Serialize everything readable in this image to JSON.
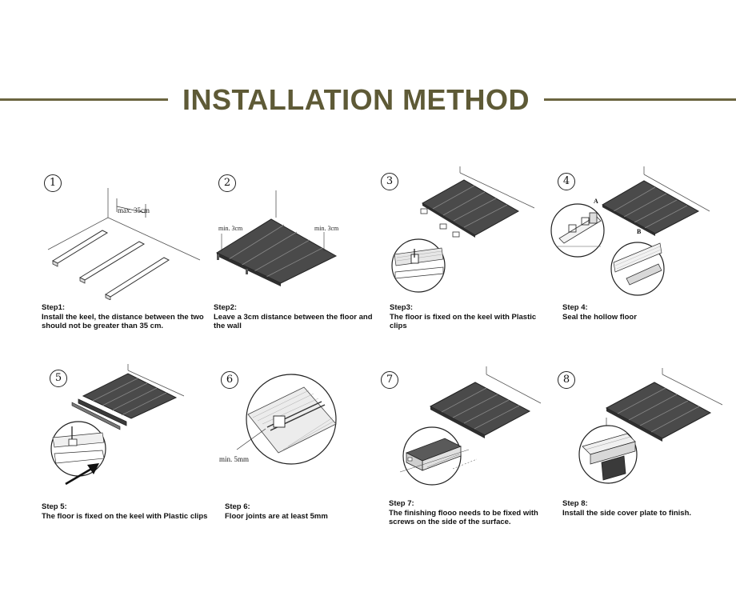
{
  "title": "INSTALLATION METHOD",
  "steps": [
    {
      "num": "1",
      "heading": "Step1:",
      "text": "Install the keel, the distance between the two should not be greater than 35 cm.",
      "dim_label": "max. 35cm"
    },
    {
      "num": "2",
      "heading": "Step2:",
      "text": "Leave a 3cm distance between the floor and the wall",
      "dim_left": "min. 3cm",
      "dim_right": "min. 3cm"
    },
    {
      "num": "3",
      "heading": "Step3:",
      "text": "The floor is fixed on the keel with Plastic clips"
    },
    {
      "num": "4",
      "heading": "Step 4:",
      "text": "Seal the hollow floor",
      "label_a": "A",
      "label_b": "B"
    },
    {
      "num": "5",
      "heading": "Step 5:",
      "text": "The floor is fixed on the keel with Plastic clips"
    },
    {
      "num": "6",
      "heading": "Step 6:",
      "text": "Floor joints are at least 5mm",
      "dim_label": "min. 5mm"
    },
    {
      "num": "7",
      "heading": "Step 7:",
      "text": "The finishing flooo needs to be fixed with screws on the side of the surface."
    },
    {
      "num": "8",
      "heading": "Step 8:",
      "text": "Install the side cover plate to finish."
    }
  ]
}
